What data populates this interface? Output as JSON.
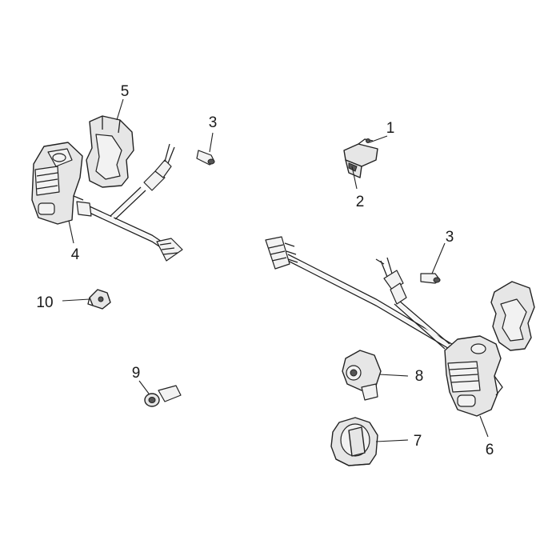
{
  "callouts": {
    "c1": "1",
    "c2": "2",
    "c3a": "3",
    "c3b": "3",
    "c4": "4",
    "c5": "5",
    "c6": "6",
    "c7": "7",
    "c8": "8",
    "c9": "9",
    "c10": "10"
  }
}
